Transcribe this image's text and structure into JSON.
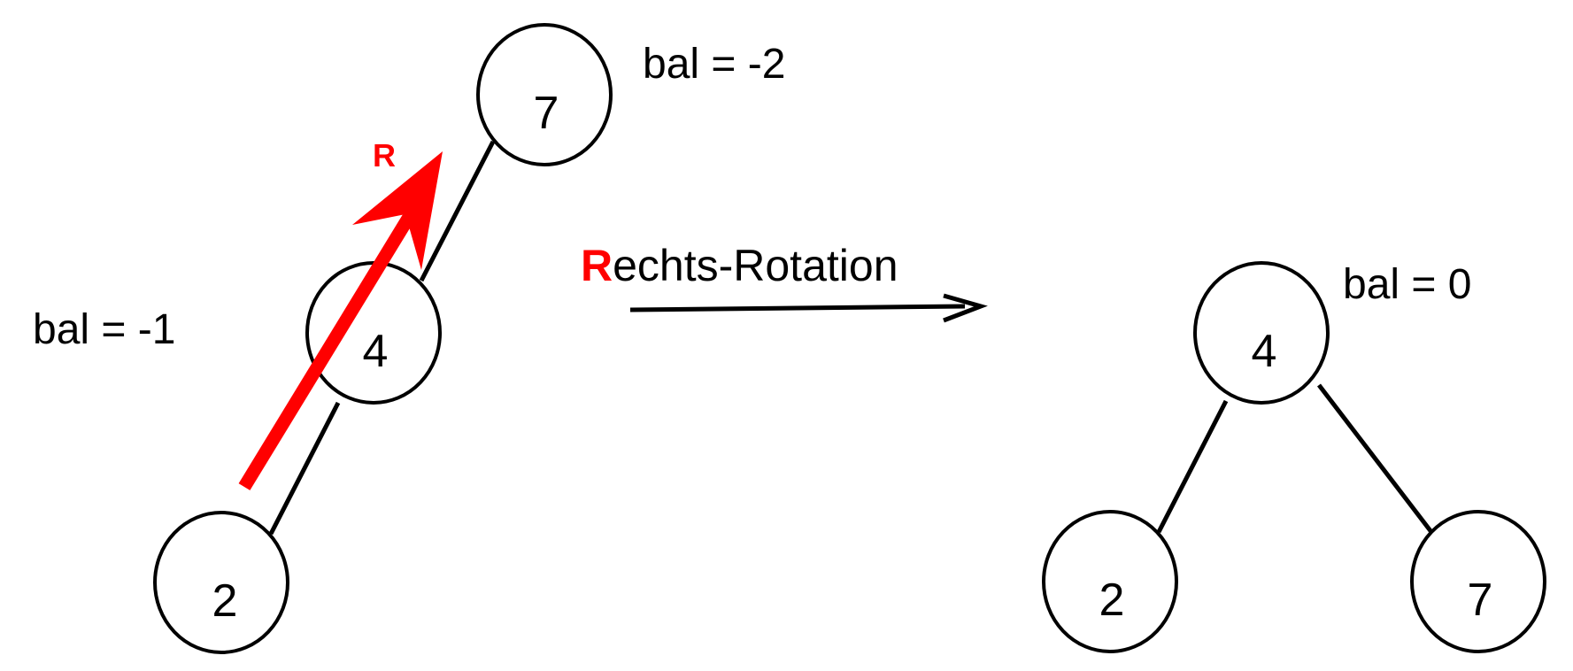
{
  "before": {
    "nodes": [
      {
        "id": "n7",
        "label": "7"
      },
      {
        "id": "n4",
        "label": "4"
      },
      {
        "id": "n2",
        "label": "2"
      }
    ],
    "balances": {
      "root": "bal = -2",
      "middle": "bal = -1"
    },
    "rotation_arrow_label": "R"
  },
  "transition": {
    "initial": "R",
    "rest": "echts-Rotation"
  },
  "after": {
    "nodes": [
      {
        "id": "m4",
        "label": "4"
      },
      {
        "id": "m2",
        "label": "2"
      },
      {
        "id": "m7",
        "label": "7"
      }
    ],
    "balances": {
      "root": "bal = 0"
    }
  },
  "colors": {
    "accent": "#ff0000",
    "stroke": "#000000",
    "background": "#ffffff"
  }
}
